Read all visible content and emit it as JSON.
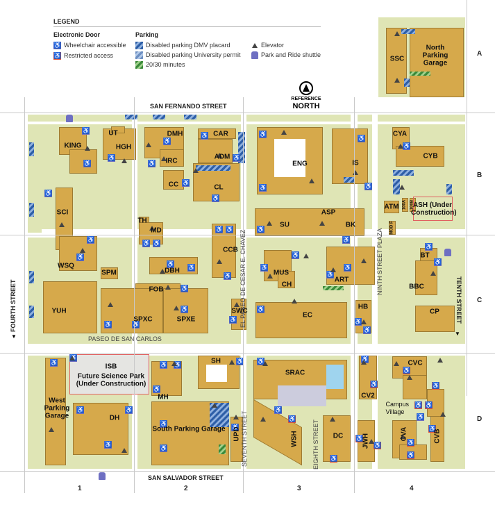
{
  "legend": {
    "title": "LEGEND",
    "door_heading": "Electronic Door",
    "wheelchair": "Wheelchair accessible",
    "restricted": "Restricted access",
    "parking_heading": "Parking",
    "dmv": "Disabled parking DMV placard",
    "university": "Disabled parking University permit",
    "minutes": "20/30 minutes",
    "elevator": "Elevator",
    "shuttle": "Park and Ride shuttle"
  },
  "north": {
    "line1": "REFERENCE",
    "line2": "NORTH"
  },
  "grid": {
    "rows": [
      "A",
      "B",
      "C",
      "D"
    ],
    "cols": [
      "1",
      "2",
      "3",
      "4"
    ]
  },
  "streets": {
    "san_fernando": "SAN FERNANDO STREET",
    "san_salvador": "SAN SALVADOR STREET",
    "fourth": "FOURTH STREET",
    "tenth": "TENTH STREET",
    "paseo_san_carlos": "PASEO DE SAN CARLOS",
    "cesar_chavez": "EL PASEO DE CESAR E. CHAVEZ",
    "seventh": "SEVENTH STREET",
    "eighth": "EIGHTH STREET",
    "ninth": "NINTH STREET PLAZA"
  },
  "buildings": {
    "KING": "KING",
    "UT": "UT",
    "HGH": "HGH",
    "DMH": "DMH",
    "IRC": "IRC",
    "CAR": "CAR",
    "ADM": "ADM",
    "CC": "CC",
    "CL": "CL",
    "ENG": "ENG",
    "IS": "IS",
    "SSC": "SSC",
    "NPG": "North Parking Garage",
    "CYA": "CYA",
    "CYB": "CYB",
    "ATM": "ATM",
    "A100": "100A",
    "B100": "100B",
    "ASH": "ASH (Under Construction)",
    "MODF": "MOD F",
    "SU": "SU",
    "ASP": "ASP",
    "BK": "BK",
    "SCI": "SCI",
    "WSQ": "WSQ",
    "TH": "TH",
    "MD": "MD",
    "CCB": "CCB",
    "DBH": "DBH",
    "MUS": "MUS",
    "CH": "CH",
    "ART": "ART",
    "BT": "BT",
    "BBC": "BBC",
    "FOB": "FOB",
    "SPM": "SPM",
    "YUH": "YUH",
    "SPXC": "SPXC",
    "SPXE": "SPXE",
    "SWC": "SWC",
    "EC": "EC",
    "HB": "HB",
    "CP": "CP",
    "WPG": "West Parking Garage",
    "DH": "DH",
    "ISB": "ISB",
    "ISB2": "Future Science Park",
    "ISB3": "(Under Construction)",
    "MH": "MH",
    "SH": "SH",
    "SPG": "South Parking Garage",
    "UPD": "UPD",
    "SRAC": "SRAC",
    "WSH": "WSH",
    "DC": "DC",
    "JWH": "JWH",
    "CVC": "CVC",
    "CV2": "CV2",
    "CVA": "CVA",
    "CVB": "CVB",
    "CAMPUS": "Campus Village"
  },
  "colors": {
    "building": "#d6a94b",
    "green": "#dfe5b5",
    "wheelchair": "#6e6fc2",
    "restricted": "#e2553c"
  }
}
